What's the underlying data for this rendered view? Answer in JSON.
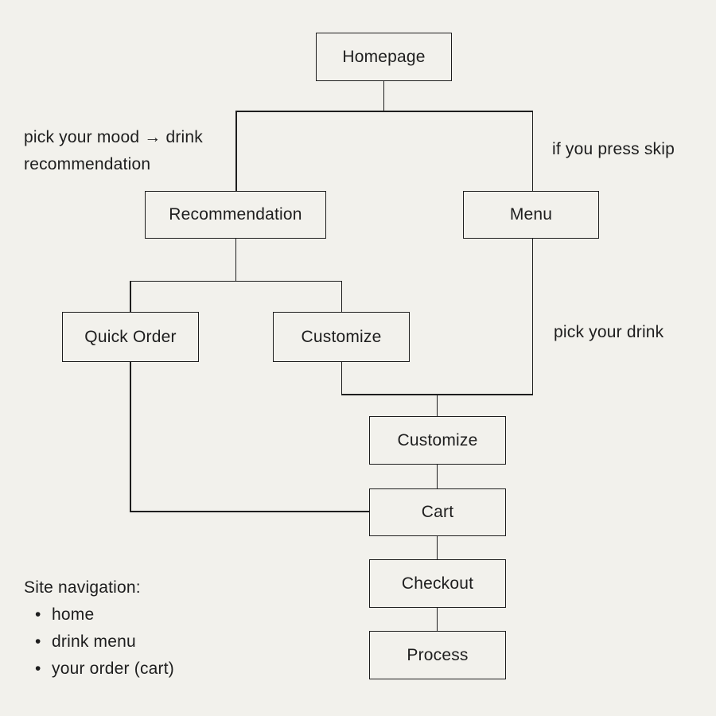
{
  "flowchart": {
    "nodes": [
      {
        "id": "homepage",
        "label": "Homepage"
      },
      {
        "id": "recommendation",
        "label": "Recommendation"
      },
      {
        "id": "menu",
        "label": "Menu"
      },
      {
        "id": "quick-order",
        "label": "Quick Order"
      },
      {
        "id": "customize-branch",
        "label": "Customize"
      },
      {
        "id": "customize-merge",
        "label": "Customize"
      },
      {
        "id": "cart",
        "label": "Cart"
      },
      {
        "id": "checkout",
        "label": "Checkout"
      },
      {
        "id": "process",
        "label": "Process"
      }
    ],
    "annotations": [
      {
        "id": "mood-note",
        "text": "pick your mood → drink recommendation"
      },
      {
        "id": "skip-note",
        "text": "if you press skip"
      },
      {
        "id": "drink-note",
        "text": "pick your drink"
      }
    ]
  },
  "site_navigation": {
    "title": "Site navigation:",
    "items": [
      "home",
      "drink menu",
      "your order (cart)"
    ]
  },
  "colors": {
    "background": "#f2f1ec",
    "stroke": "#1e1e1e",
    "text": "#1e1e1e"
  }
}
